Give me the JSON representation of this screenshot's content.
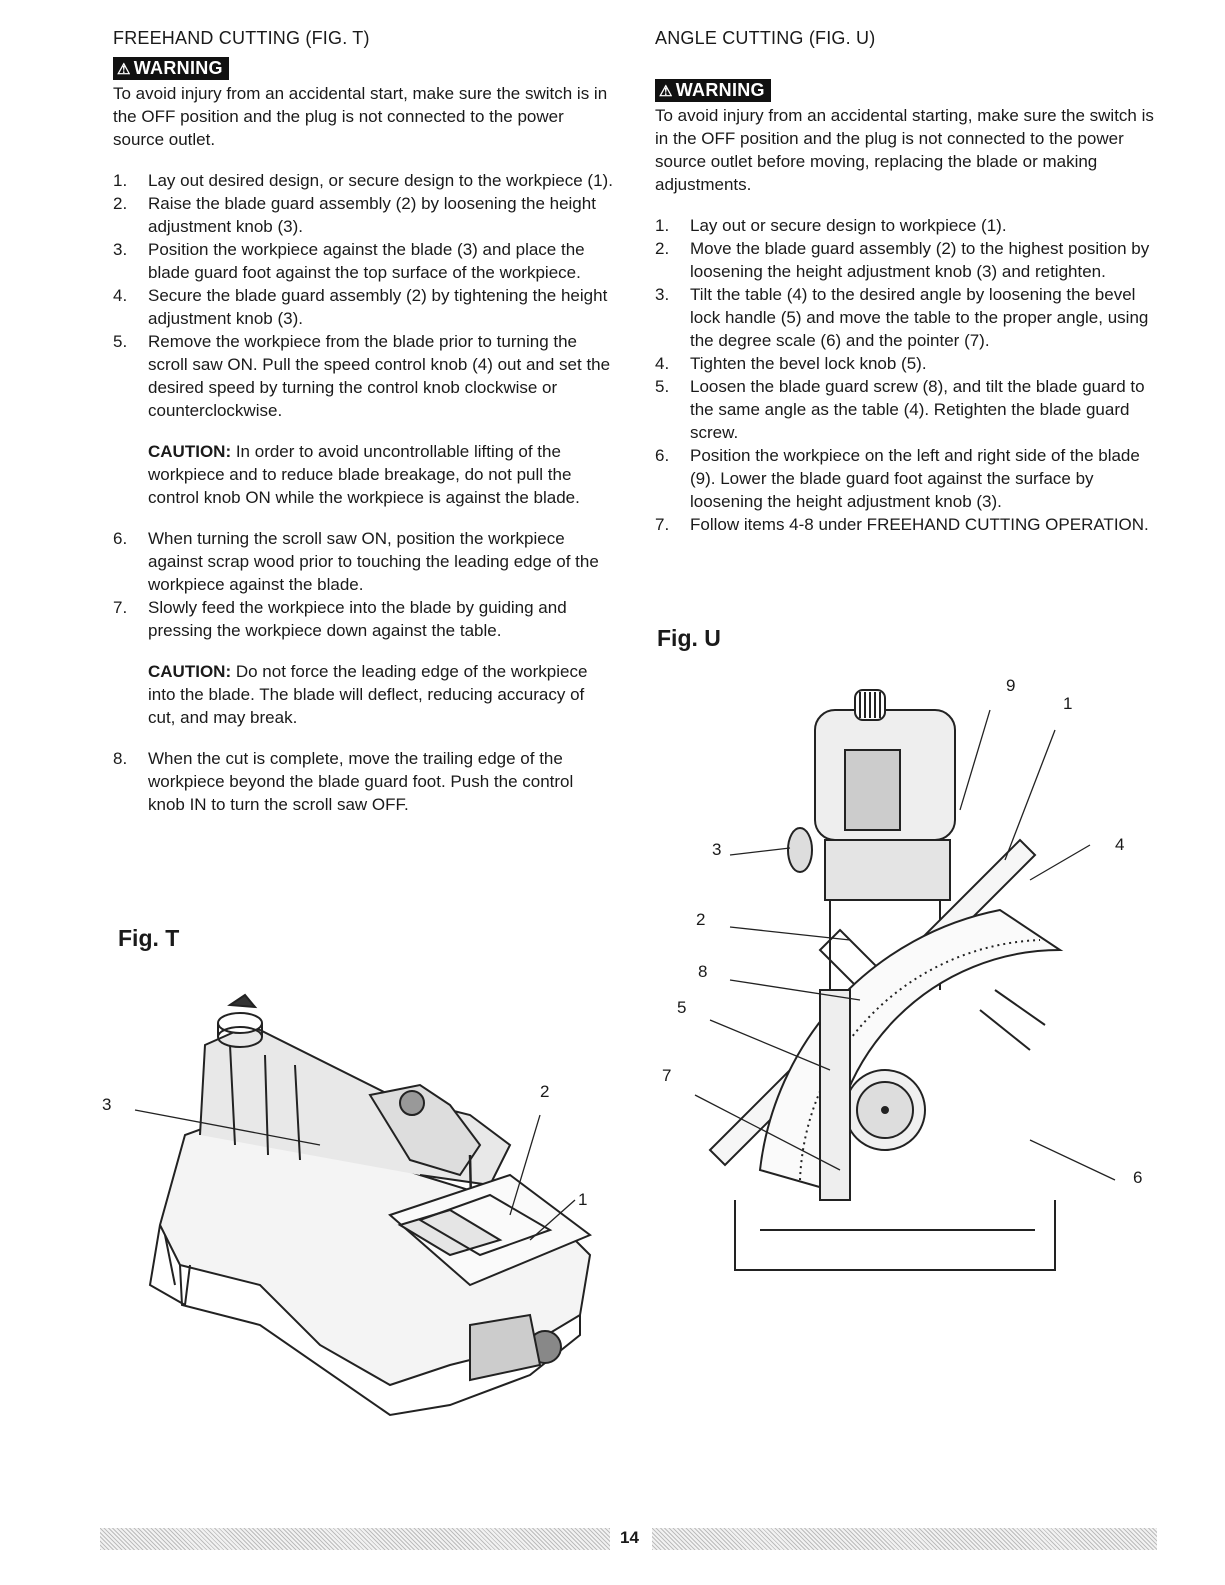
{
  "left": {
    "heading": "FREEHAND CUTTING (FIG. T)",
    "warning_label": "WARNING",
    "warning_text": "To avoid injury from an accidental start, make sure the switch is in the OFF position and the plug is not connected to the power source outlet.",
    "steps_a": [
      {
        "n": "1.",
        "text": "Lay out desired design, or secure design to the workpiece (1)."
      },
      {
        "n": "2.",
        "text": "Raise the blade guard assembly (2) by loosening the height adjustment knob (3)."
      },
      {
        "n": "3.",
        "text": "Position the workpiece against the blade (3) and place the blade guard foot against the top surface of the workpiece."
      },
      {
        "n": "4.",
        "text": "Secure the blade guard assembly (2) by tightening the height adjustment knob (3)."
      },
      {
        "n": "5.",
        "text": "Remove the workpiece from the blade prior to turning the scroll saw ON. Pull the speed control knob (4) out and set the desired speed by turning the control knob clockwise or counterclockwise."
      }
    ],
    "caution1_label": "CAUTION:",
    "caution1_text": " In order to avoid uncontrollable lifting of the workpiece and to reduce blade breakage, do not pull the control knob ON while the workpiece is against the blade.",
    "steps_b": [
      {
        "n": "6.",
        "text": "When turning the scroll saw ON, position the workpiece against scrap wood prior to touching the leading edge of the workpiece against the blade."
      },
      {
        "n": "7.",
        "text": "Slowly feed the workpiece into the blade by guiding and pressing the workpiece down against the table."
      }
    ],
    "caution2_label": "CAUTION:",
    "caution2_text": " Do not force the leading edge of the workpiece into the blade. The blade will deflect, reducing accuracy of cut, and may break.",
    "steps_c": [
      {
        "n": "8.",
        "text": "When the cut is complete, move the trailing edge of the workpiece beyond the blade guard foot. Push the control knob IN to turn the scroll saw OFF."
      }
    ],
    "fig_label": "Fig. T",
    "fig_callouts": {
      "c3": "3",
      "c2": "2",
      "c1": "1"
    }
  },
  "right": {
    "heading": "ANGLE CUTTING (FIG. U)",
    "warning_label": "WARNING",
    "warning_text": "To avoid injury from an accidental starting, make sure the switch is in the OFF position and the plug is not connected to the power source outlet before moving, replacing the blade or making adjustments.",
    "steps": [
      {
        "n": "1.",
        "text": "Lay out or secure design to workpiece (1)."
      },
      {
        "n": "2.",
        "text": "Move the blade guard assembly (2) to the highest position by loosening the height adjustment knob (3) and retighten."
      },
      {
        "n": "3.",
        "text": "Tilt the table (4) to the desired angle by loosening the bevel lock handle (5) and move the table to the proper angle, using the degree scale (6) and the pointer (7)."
      },
      {
        "n": "4.",
        "text": "Tighten the bevel lock knob (5)."
      },
      {
        "n": "5.",
        "text": "Loosen the blade guard screw (8), and tilt the blade guard to the same angle as the table (4). Retighten the blade guard screw."
      },
      {
        "n": "6.",
        "text": "Position the workpiece on the left and right side of the blade (9). Lower the blade guard foot against the surface by loosening the height adjustment knob (3)."
      },
      {
        "n": "7.",
        "text": "Follow items 4-8 under FREEHAND CUTTING OPERATION."
      }
    ],
    "fig_label": "Fig. U",
    "fig_callouts": {
      "c9": "9",
      "c1": "1",
      "c3": "3",
      "c4": "4",
      "c2": "2",
      "c8": "8",
      "c5": "5",
      "c7": "7",
      "c6": "6"
    }
  },
  "footer": {
    "page_number": "14"
  }
}
